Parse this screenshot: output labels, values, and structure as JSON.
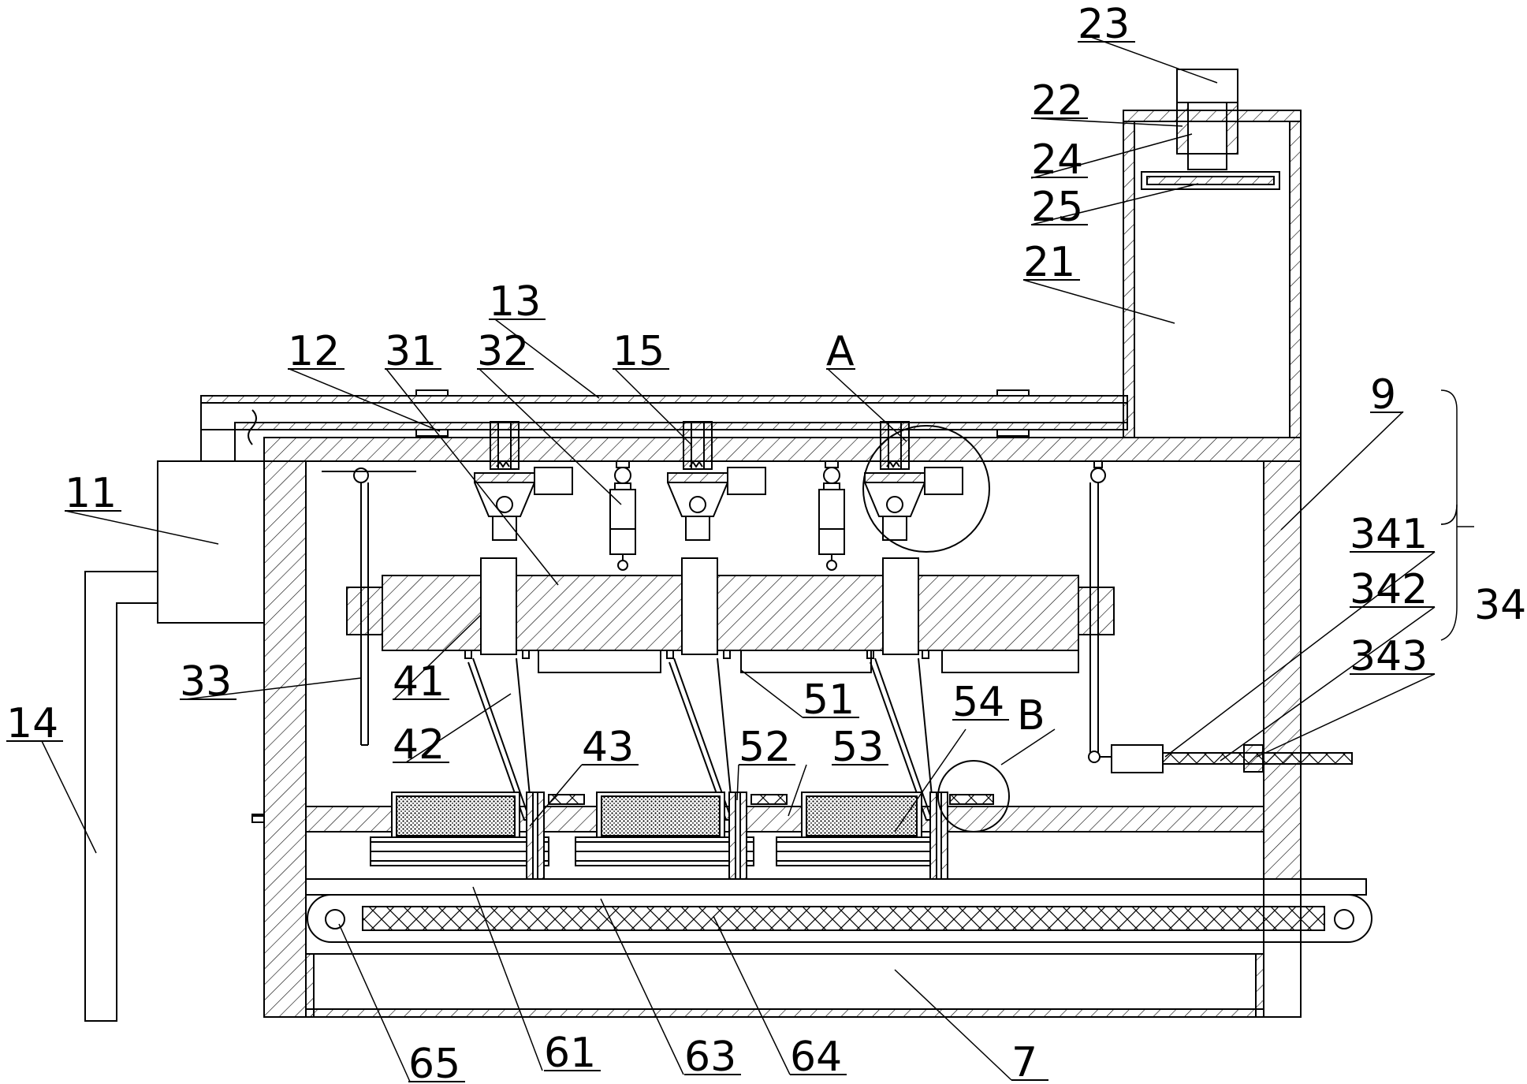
{
  "labels": {
    "l23": "23",
    "l22": "22",
    "l24": "24",
    "l25": "25",
    "l21": "21",
    "l13": "13",
    "l12": "12",
    "l31": "31",
    "l32": "32",
    "l15": "15",
    "lA": "A",
    "l9": "9",
    "l11": "11",
    "l341": "341",
    "l342": "342",
    "l34": "34",
    "l343": "343",
    "l33": "33",
    "l41": "41",
    "l51": "51",
    "l42": "42",
    "l54": "54",
    "lB": "B",
    "l43": "43",
    "l52": "52",
    "l53": "53",
    "l14": "14",
    "l65": "65",
    "l61": "61",
    "l63": "63",
    "l64": "64",
    "l7": "7"
  },
  "colors": {
    "line": "#000000",
    "background": "#ffffff"
  }
}
